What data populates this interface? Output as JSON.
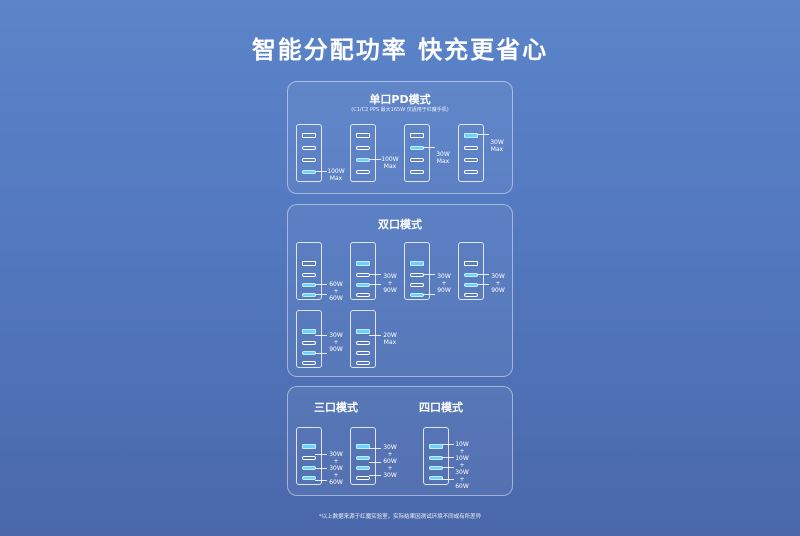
{
  "title": "智能分配功率 快充更省心",
  "single_pd": {
    "title": "单口PD模式",
    "note": "(C1/C2 PPS 最大165W 仅适用于红魔手机)",
    "label1": "100W\nMax",
    "label2": "100W\nMax",
    "label3": "30W\nMax",
    "label4": "30W\nMax"
  },
  "dual": {
    "title": "双口模式",
    "label1": "60W\n+\n60W",
    "label2": "30W\n+\n90W",
    "label3": "30W\n+\n90W",
    "label4": "30W\n+\n90W",
    "label5": "30W\n+\n90W",
    "label6": "20W\nMax"
  },
  "triple": {
    "title": "三口模式",
    "label1": "30W\n+\n30W\n+\n60W",
    "label2": "30W\n+\n60W\n+\n30W"
  },
  "quad": {
    "title": "四口模式",
    "label1": "10W\n+\n10W\n+\n30W\n+\n60W"
  },
  "footnote": "*以上数据来源于红魔实验室，实际结果因测试环境不同或有所差异",
  "colors": {
    "active_port": "#6fd0ff"
  }
}
